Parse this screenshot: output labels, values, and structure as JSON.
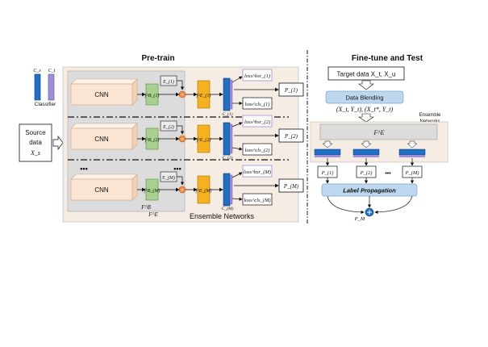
{
  "pretrain": {
    "title": "Pre-train",
    "classifier_label": "Classifier",
    "classifier_cs": "C_s",
    "classifier_ct": "C_t",
    "source_data": [
      "Source",
      "data",
      "X_s"
    ],
    "cnn_label": "CNN",
    "fb_label": "F^B",
    "fe_label": "F^E",
    "ensemble_label": "Ensemble Networks",
    "ellipsis": "•••",
    "rows": [
      {
        "fb": "f^B_(1)",
        "e": "E_(1)",
        "fe": "f^E_(1)",
        "c": "C_(1)",
        "loss_bsr": "loss^bsr_(1)",
        "loss_cls": "loss^cls_(1)",
        "p": "P_(1)"
      },
      {
        "fb": "f^B_(2)",
        "e": "E_(2)",
        "fe": "f^E_(2)",
        "c": "C_(2)",
        "loss_bsr": "loss^bsr_(2)",
        "loss_cls": "loss^cls_(2)",
        "p": "P_(2)"
      },
      {
        "fb": "f^B_(M)",
        "e": "E_(M)",
        "fe": "f^E_(M)",
        "c": "C_(M)",
        "loss_bsr": "loss^bsr_(M)",
        "loss_cls": "loss^cls_(M)",
        "p": "P_(M)"
      }
    ]
  },
  "finetune": {
    "title": "Fine-tune and Test",
    "target_data": "Target data X_t, X_u",
    "data_blending": "Data Blending",
    "pairs": "(X_t, Y_t), (X_t*, Y_t)",
    "ensemble_label": [
      "Ensemble",
      "Networks"
    ],
    "fe_label": "F^E",
    "p_labels": [
      "P_(1)",
      "P_(2)",
      "P_(M)"
    ],
    "dots": "•••",
    "label_propagation": "Label Propagation",
    "pm": "P_M"
  },
  "colors": {
    "beige": "#f5ece4",
    "gray_panel": "#dcdcdc",
    "cnn_fill": "#fbe4d1",
    "green": "#a9d08e",
    "orange": "#f5b120",
    "blue_dark": "#1f6fc5",
    "purple": "#9f8fd8",
    "light_blue": "#bdd7ee"
  }
}
